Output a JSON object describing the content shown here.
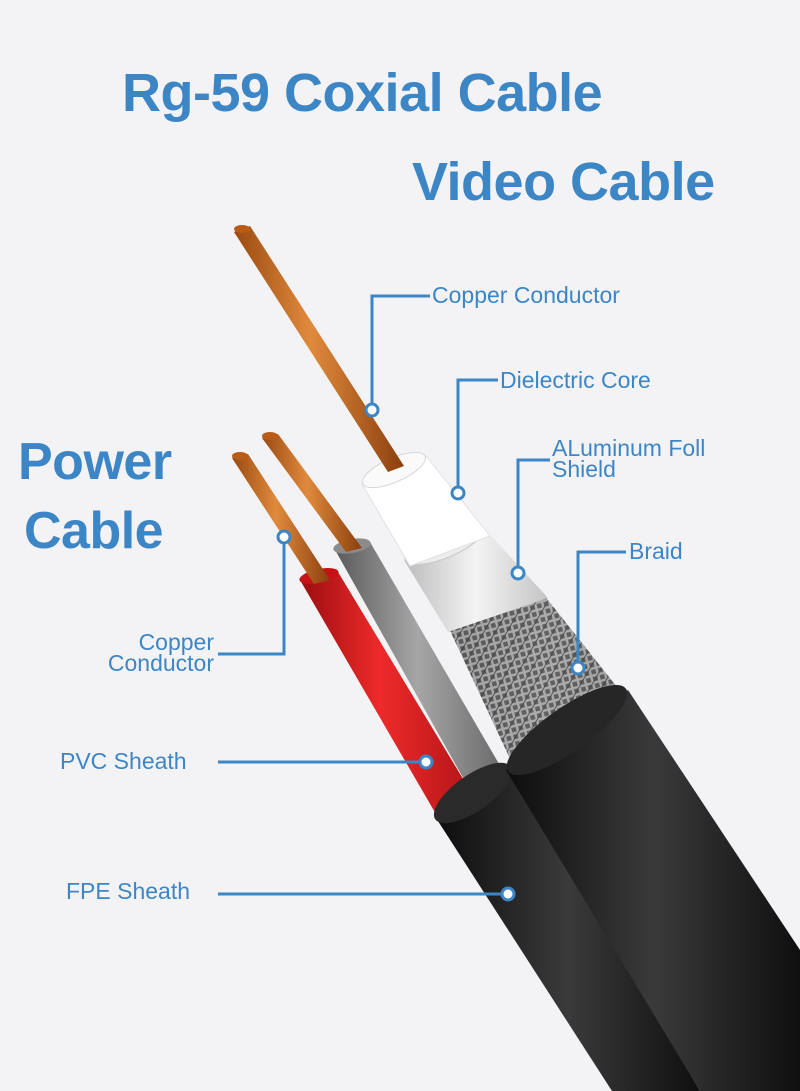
{
  "title": "Rg-59 Coxial Cable",
  "subtitle_video": "Video Cable",
  "subtitle_power": [
    "Power",
    "Cable"
  ],
  "callouts": {
    "copper_conductor_video": "Copper Conductor",
    "dielectric_core": "Dielectric Core",
    "aluminum_foil_shield": [
      "ALuminum Foll",
      "Shield"
    ],
    "braid": "Braid",
    "copper_conductor_power": [
      "Copper",
      "Conductor"
    ],
    "pvc_sheath": "PVC Sheath",
    "fpe_sheath": "FPE Sheath"
  },
  "colors": {
    "accent": "#3d86c6",
    "copper": "#c96b1e",
    "red_insulation": "#d8151b",
    "grey_insulation": "#7d7d7d",
    "black_sheath": "#1c1c1c",
    "dielectric": "#ffffff",
    "foil": "#d9d9d9",
    "braid": "#8a8a8a"
  }
}
